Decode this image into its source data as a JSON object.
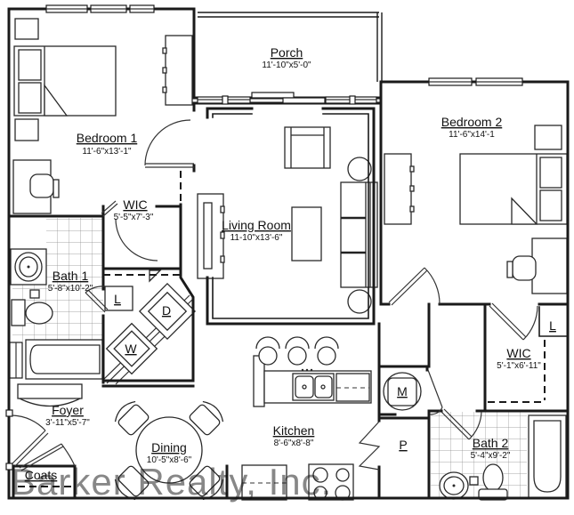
{
  "watermark": "Barker Realty, Inc.",
  "colors": {
    "background": "#ffffff",
    "walls": "#1a1a1a",
    "watermark_gray": "#9c9c9c",
    "tile_line": "#8a8a8a"
  },
  "rooms": {
    "bedroom1": {
      "name": "Bedroom 1",
      "dims": "11'-6\"x13'-1\""
    },
    "wic1": {
      "name": "WIC",
      "dims": "5'-5\"x7'-3\""
    },
    "bath1": {
      "name": "Bath 1",
      "dims": "5'-8\"x10'-2\""
    },
    "foyer": {
      "name": "Foyer",
      "dims": "3'-11\"x5'-7\""
    },
    "coats": {
      "name": "Coats"
    },
    "dining": {
      "name": "Dining",
      "dims": "10'-5\"x8'-6\""
    },
    "kitchen": {
      "name": "Kitchen",
      "dims": "8'-6\"x8'-8\""
    },
    "porch": {
      "name": "Porch",
      "dims": "11'-10\"x5'-0\""
    },
    "living_room": {
      "name": "Living Room",
      "dims": "11-10\"x13'-6\""
    },
    "bedroom2": {
      "name": "Bedroom 2",
      "dims": "11'-6\"x14'-1"
    },
    "wic2": {
      "name": "WIC",
      "dims": "5'-1\"x6'-11\""
    },
    "bath2": {
      "name": "Bath 2",
      "dims": "5'-4\"x9'-2\""
    }
  },
  "closet_labels": {
    "washer": "W",
    "dryer": "D",
    "linen1": "L",
    "linen2": "L",
    "mechanical": "M",
    "pantry": "P"
  }
}
